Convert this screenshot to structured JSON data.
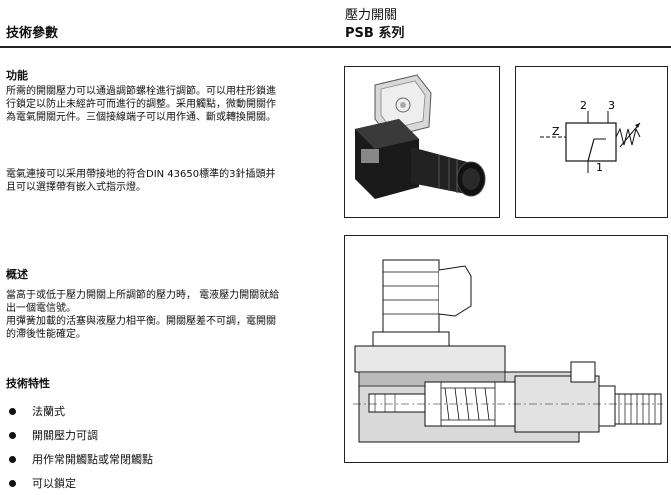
{
  "header": {
    "left_title": "技術參數",
    "right_title": "壓力開關",
    "right_subtitle": "PSB 系列"
  },
  "sections": {
    "function": {
      "heading": "功能",
      "lines": [
        "所需的開關壓力可以通過調節螺栓進行調節。可以用柱形鎖進",
        "行鎖定以防止未經許可而進行的調整。采用觸點，微動開關作",
        "為電氣開關元件。三個接線端子可以用作通、斷或轉換開關。"
      ],
      "lines2": [
        "電氣連接可以采用帶接地的符合DIN  43650標準的3針插頭并",
        "且可以選擇帶有嵌入式指示燈。"
      ]
    },
    "overview": {
      "heading": "概述",
      "lines": [
        "當高于或低于壓力開關上所調節的壓力時，  電液壓力開關就給",
        "出一個電信號。",
        "用彈簧加載的活塞與液壓力相平衡。開關壓差不可調，電開關",
        "的滯後性能確定。"
      ]
    },
    "features": {
      "heading": "技術特性",
      "items": [
        "法蘭式",
        "開關壓力可調",
        "用作常開觸點或常閉觸點",
        "可以鎖定"
      ]
    }
  },
  "symbol": {
    "labels": [
      "2",
      "3",
      "Z",
      "1"
    ]
  }
}
